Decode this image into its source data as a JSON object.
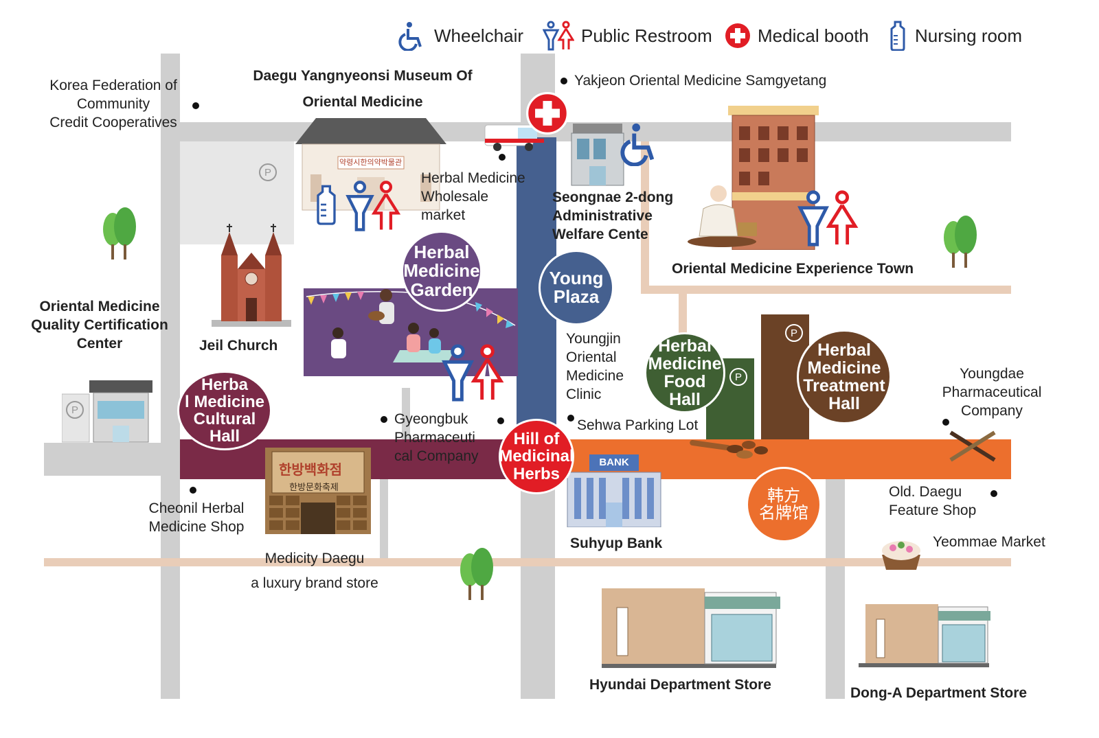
{
  "legend": [
    {
      "icon": "wheelchair-icon",
      "label": "Wheelchair"
    },
    {
      "icon": "restroom-icon",
      "label": "Public Restroom"
    },
    {
      "icon": "medical-cross-icon",
      "label": "Medical booth"
    },
    {
      "icon": "baby-bottle-icon",
      "label": "Nursing room"
    }
  ],
  "places": {
    "korea_federation": "Korea Federation of\nCommunity\nCredit Cooperatives",
    "museum": "Daegu Yangnyeonsi Museum Of\nOriental Medicine",
    "museum_sign": "약령시한의약박물관",
    "yakjeon": "Yakjeon Oriental Medicine Samgyetang",
    "herbal_wholesale": "Herbal Medicine\nWholesale\nmarket",
    "seongnae": "Seongnae 2-dong\nAdministrative\nWelfare Cente",
    "experience_town": "Oriental Medicine Experience Town",
    "quality_center": "Oriental Medicine\nQuality Certification\nCenter",
    "jeil_church": "Jeil Church",
    "youngjin": "Youngjin\nOriental\nMedicine\nClinic",
    "sehwa": "Sehwa Parking Lot",
    "gyeongbuk": "Gyeongbuk\nPharmaceuti\ncal Company",
    "youngdae": "Youngdae\nPharmaceutical\nCompany",
    "cheonil": "Cheonil Herbal\nMedicine Shop",
    "medicity": "Medicity Daegu",
    "luxury": "a luxury brand store",
    "suhyup": "Suhyup Bank",
    "bank_sign": "BANK",
    "old_daegu": "Old. Daegu\nFeature Shop",
    "yeommae": "Yeommae Market",
    "hyundai": "Hyundai Department Store",
    "donga": "Dong-A Department Store"
  },
  "zones": {
    "herbal_garden": "Herbal\nMedicine\nGarden",
    "young_plaza": "Young\nPlaza",
    "cultural_hall": "Herba\nl Medicine\nCultural Hall",
    "hill": "Hill of\nMedicinal\nHerbs",
    "food_hall": "Herbal\nMedicine\nFood Hall",
    "treatment_hall": "Herbal\nMedicine\nTreatment\nHall",
    "korean_brand": "韩方\n名牌馆"
  },
  "signboard": {
    "title": "한방백화점",
    "subtitle": "한방문화축제"
  },
  "parking_symbol": "P",
  "colors": {
    "blue_road": "#45608f",
    "purple_zone": "#6a4a82",
    "maroon_road": "#7a2a47",
    "orange_road": "#ec6f2d",
    "gray_road": "#cfcfcf",
    "beige_road": "#e9cdb8",
    "red_accent": "#e11d25",
    "green_building": "#3f5f33",
    "brown_building": "#6b4226"
  }
}
